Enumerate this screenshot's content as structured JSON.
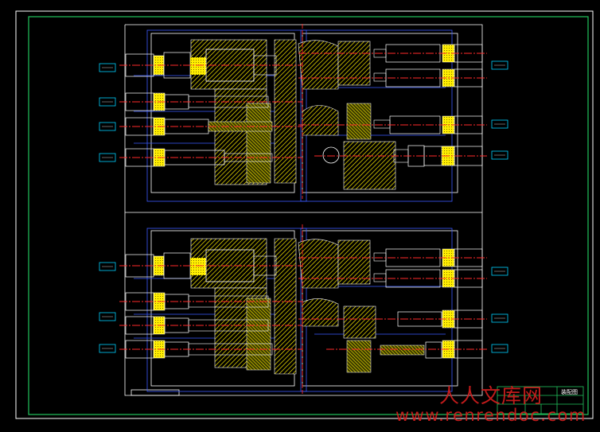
{
  "drawing": {
    "colors": {
      "background": "#000000",
      "border": "#22c55e",
      "outline": "#ffffff",
      "part": "#3b5bff",
      "hatch": "#ffee00",
      "centerline": "#ff2a2a",
      "leader": "#00d0ff"
    },
    "title_block": {
      "name": "装配图",
      "line1": "",
      "line2": ""
    }
  },
  "watermark": {
    "cn": "人人文库网",
    "url": "www.renrendoc.com"
  }
}
